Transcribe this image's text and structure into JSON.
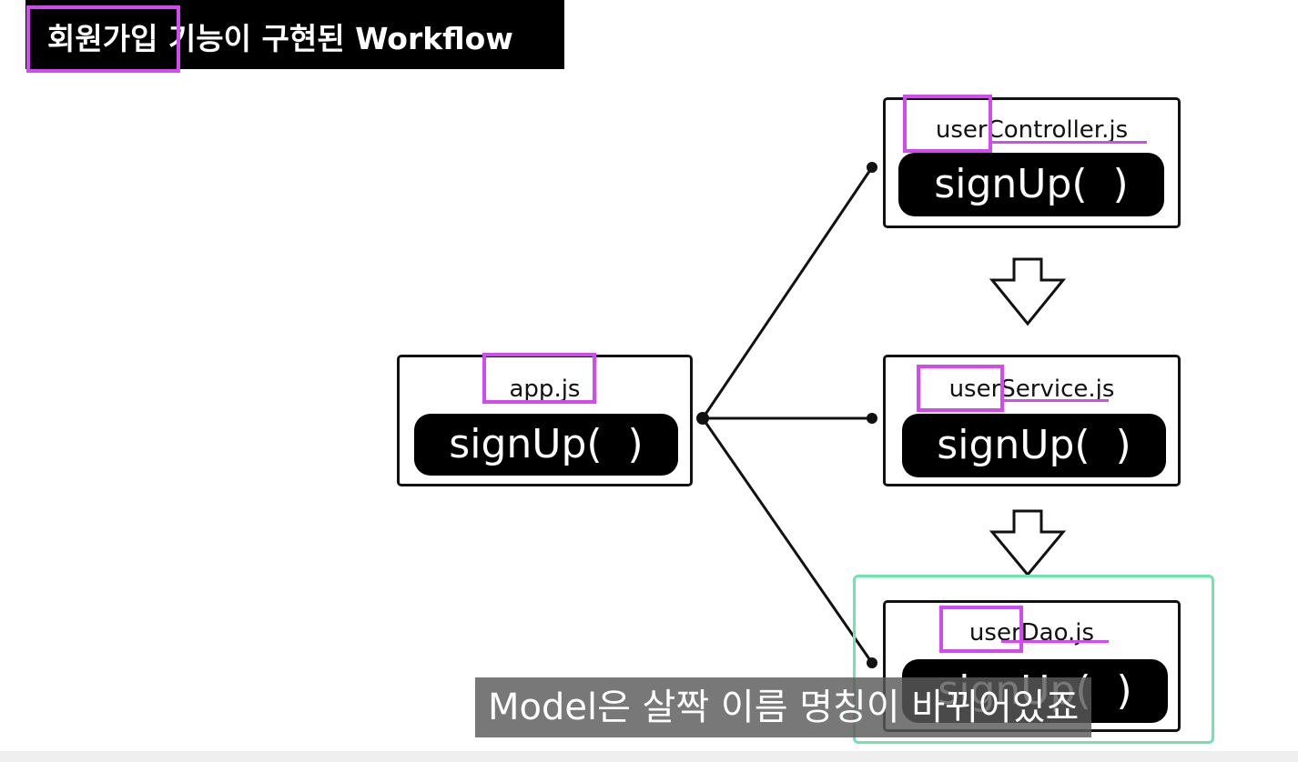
{
  "title": "회원가입 기능이 구현된 Workflow",
  "boxes": {
    "app": {
      "file": "app.js",
      "function": "signUp(  )"
    },
    "controller": {
      "file": "userController.js",
      "function": "signUp(  )"
    },
    "service": {
      "file": "userService.js",
      "function": "signUp(  )"
    },
    "dao": {
      "file": "userDao.js",
      "function": "signUp(  )"
    }
  },
  "caption": "Model은 살짝 이름 명칭이 바뀌어있죠",
  "colors": {
    "highlight": "#d24bf0",
    "frame": "#6fe3b0",
    "pill": "#000000"
  }
}
